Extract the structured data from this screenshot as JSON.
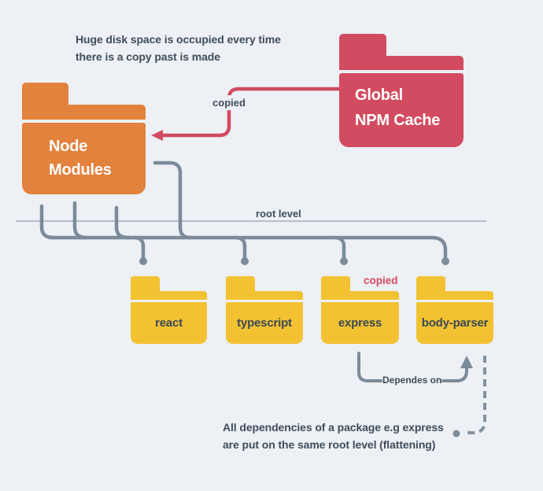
{
  "colors": {
    "background": "#edf0f4",
    "crimson": "#d24b60",
    "orange": "#e2823d",
    "yellow": "#f2c232",
    "line_slate": "#7b8b99",
    "text_dark": "#3e4d5c",
    "root_line": "#a2aeb9"
  },
  "notes": {
    "top_line1": "Huge disk space is occupied every time",
    "top_line2": "there is a copy past is made",
    "bottom_line1": "All dependencies of a package e.g express",
    "bottom_line2": "are put on the same root level (flattening)"
  },
  "folders": {
    "global_cache_line1": "Global",
    "global_cache_line2": "NPM Cache",
    "node_modules_line1": "Node",
    "node_modules_line2": "Modules",
    "packages": [
      {
        "label": "react"
      },
      {
        "label": "typescript"
      },
      {
        "label": "express"
      },
      {
        "label": "body-parser"
      }
    ]
  },
  "labels": {
    "copied_arrow": "copied",
    "copied_package": "copied",
    "root_level": "root level",
    "depends_on": "Dependes on"
  }
}
